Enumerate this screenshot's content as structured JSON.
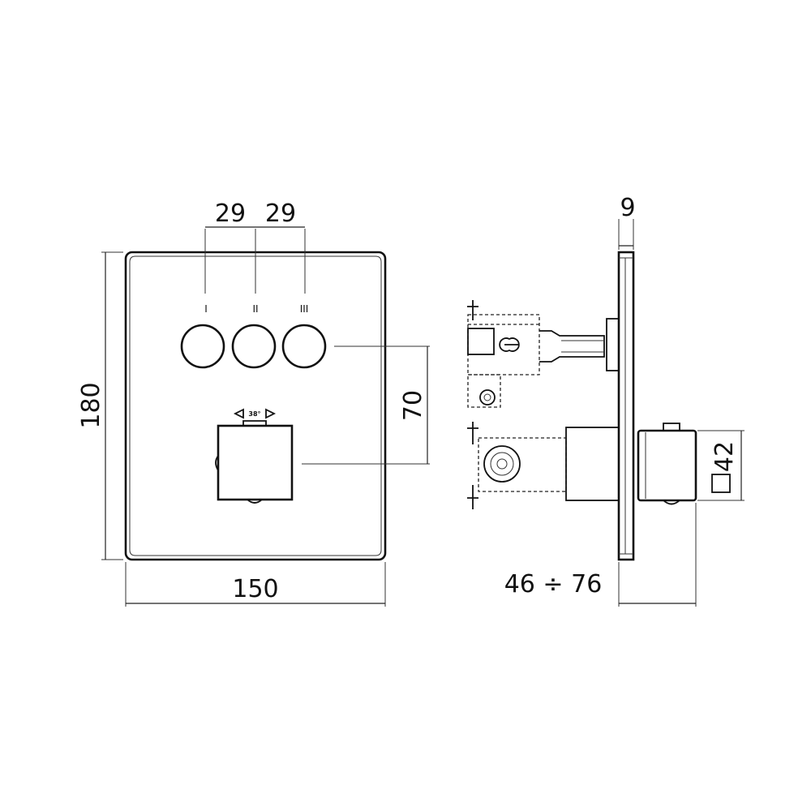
{
  "front_view": {
    "dim_button_spacing_left": "29",
    "dim_button_spacing_right": "29",
    "button_labels": [
      "I",
      "II",
      "III"
    ],
    "rotation_label": "38°",
    "dim_height": "180",
    "dim_width": "150",
    "dim_vertical_offset": "70"
  },
  "side_view": {
    "dim_plate_thickness": "9",
    "dim_knob_square": "42",
    "dim_depth_range": "46 ÷ 76"
  },
  "colors": {
    "line": "#111111",
    "background": "#ffffff"
  }
}
